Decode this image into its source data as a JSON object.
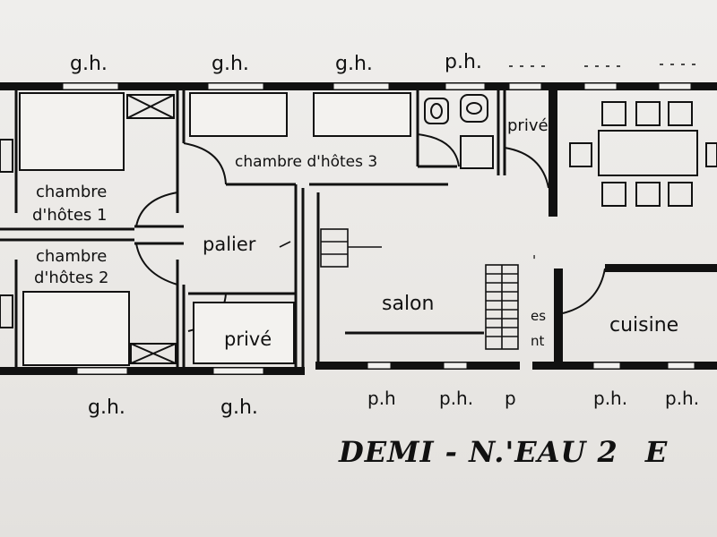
{
  "plan": {
    "rooms": {
      "chambre1_l1": "chambre",
      "chambre1_l2": "d'hôtes 1",
      "chambre2_l1": "chambre",
      "chambre2_l2": "d'hôtes 2",
      "chambre3": "chambre d'hôtes 3",
      "palier": "palier",
      "prive_upper": "privé",
      "prive_lower": "privé",
      "salon": "salon",
      "cuisine": "cuisine"
    },
    "window_labels_top": [
      "g.h.",
      "g.h.",
      "g.h.",
      "p.h."
    ],
    "window_labels_bottom": [
      "g.h.",
      "g.h.",
      "p.h",
      "p.h.",
      "p",
      "p.h.",
      "p.h."
    ],
    "partial_labels": {
      "middle_a": "es",
      "middle_b": "nt",
      "tick": "'"
    },
    "title": "DEMI - N.'EAU 2",
    "title_tail": "E"
  }
}
